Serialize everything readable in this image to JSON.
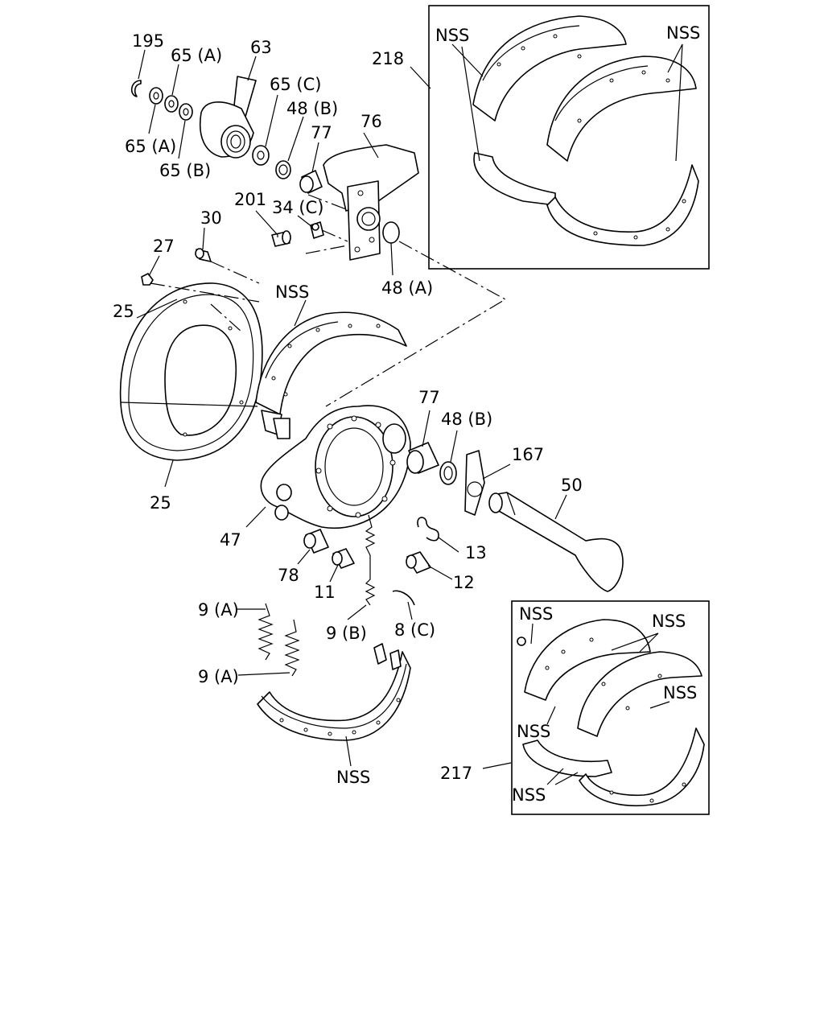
{
  "diagram": {
    "callouts": {
      "p195": "195",
      "p65a_top": "65 (A)",
      "p63": "63",
      "p65c": "65 (C)",
      "p48b_top": "48 (B)",
      "p77_top": "77",
      "p76": "76",
      "p65a_bot": "65 (A)",
      "p65b": "65 (B)",
      "p218": "218",
      "nss_218_left": "NSS",
      "nss_218_right": "NSS",
      "p201": "201",
      "p34c": "34 (C)",
      "p30": "30",
      "p27": "27",
      "p48a": "48 (A)",
      "nss_mid": "NSS",
      "p25_top": "25",
      "p25_bot": "25",
      "p77_mid": "77",
      "p48b_mid": "48 (B)",
      "p167": "167",
      "p50": "50",
      "p47": "47",
      "p13": "13",
      "p78": "78",
      "p11": "11",
      "p12": "12",
      "p9a_top": "9 (A)",
      "p9b": "9 (B)",
      "p8c": "8 (C)",
      "p9a_bot": "9 (A)",
      "nss_lower": "NSS",
      "nss_217_a": "NSS",
      "nss_217_b": "NSS",
      "nss_217_c": "NSS",
      "nss_217_d": "NSS",
      "nss_217_e": "NSS",
      "p217": "217"
    }
  }
}
